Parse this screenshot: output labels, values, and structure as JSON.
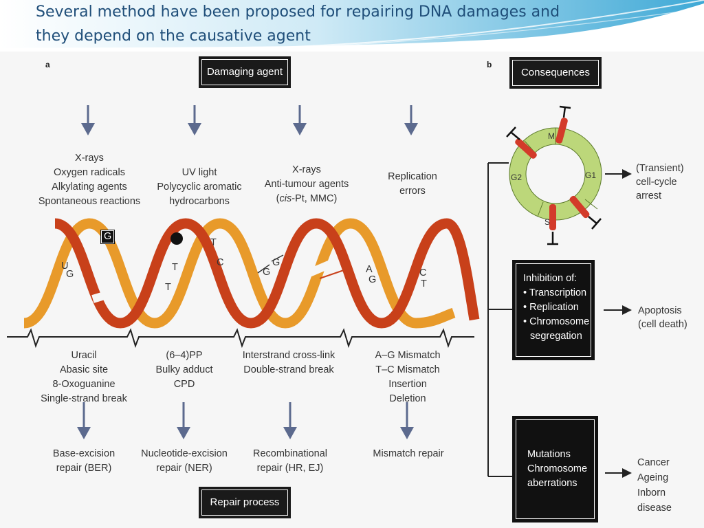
{
  "slide": {
    "title_line1": "Several method have been proposed for repairing DNA damages and",
    "title_line2": "they depend on the causative agent"
  },
  "panel_a": {
    "letter": "a",
    "header": "Damaging agent",
    "footer": "Repair process",
    "agents": [
      [
        "X-rays",
        "Oxygen radicals",
        "Alkylating agents",
        "Spontaneous reactions"
      ],
      [
        "UV light",
        "Polycyclic aromatic",
        "hydrocarbons"
      ],
      [
        "X-rays",
        "Anti-tumour agents",
        "(cis-Pt, MMC)"
      ],
      [
        "Replication",
        "errors"
      ]
    ],
    "lesions": [
      [
        "Uracil",
        "Abasic site",
        "8-Oxoguanine",
        "Single-strand break"
      ],
      [
        "(6–4)PP",
        "Bulky adduct",
        "CPD"
      ],
      [
        "Interstrand cross-link",
        "Double-strand break"
      ],
      [
        "A–G Mismatch",
        "T–C Mismatch",
        "Insertion",
        "Deletion"
      ]
    ],
    "repairs": [
      [
        "Base-excision",
        "repair (BER)"
      ],
      [
        "Nucleotide-excision",
        "repair (NER)"
      ],
      [
        "Recombinational",
        "repair (HR, EJ)"
      ],
      [
        "Mismatch repair"
      ]
    ],
    "helix_letters": {
      "u": "U",
      "g1": "G",
      "g_box": "G",
      "t1": "T",
      "t2": "T",
      "t3": "T",
      "c1": "C",
      "g2": "G",
      "g3": "G",
      "a": "A",
      "g4": "G",
      "c2": "C",
      "t4": "T"
    }
  },
  "panel_b": {
    "letter": "b",
    "header": "Consequences",
    "cycle_phases": {
      "m": "M",
      "g1": "G1",
      "s": "S",
      "g2": "G2"
    },
    "arrest": [
      "(Transient)",
      "cell-cycle",
      "arrest"
    ],
    "inhibition_title": "Inhibition of:",
    "inhibition_items": [
      "• Transcription",
      "• Replication",
      "• Chromosome",
      "segregation"
    ],
    "apoptosis": [
      "Apoptosis",
      "(cell death)"
    ],
    "mutations": [
      "Mutations",
      "Chromosome",
      "aberrations"
    ],
    "outcomes": [
      "Cancer",
      "Ageing",
      "Inborn",
      "disease"
    ]
  },
  "colors": {
    "title": "#1f4e79",
    "strand_front": "#c8401a",
    "strand_back": "#e89a2a",
    "cycle_ring": "#bcd77a",
    "cycle_marker": "#d33b2a",
    "arrow_blue": "#5c6a8e"
  }
}
